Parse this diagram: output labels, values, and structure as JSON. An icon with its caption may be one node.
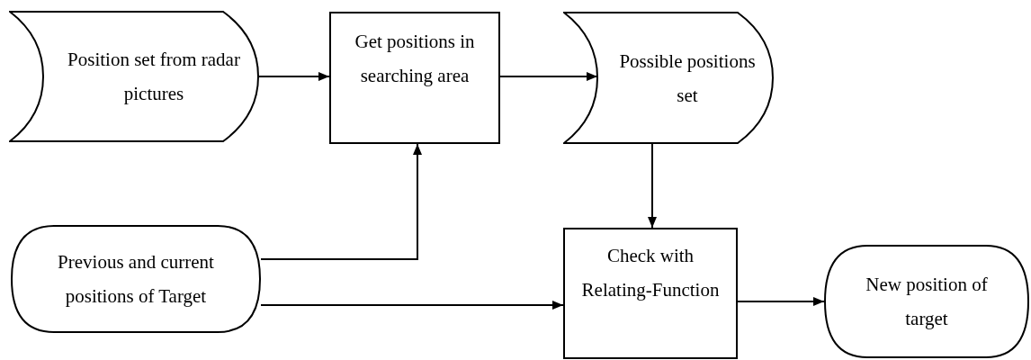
{
  "diagram": {
    "nodes": [
      {
        "text": [
          "Position set from radar pictures"
        ]
      },
      {
        "text": [
          "Get positions in searching area"
        ]
      },
      {
        "text": [
          "Possible positions set"
        ]
      },
      {
        "text": [
          "Previous and current positions of Target"
        ]
      },
      {
        "text": [
          "Check with Relating-Function"
        ]
      },
      {
        "text": [
          "New position of target"
        ]
      }
    ],
    "edges": [
      {
        "from": 0,
        "to": 1,
        "arrow": "to"
      },
      {
        "from": 1,
        "to": 2,
        "arrow": "to"
      },
      {
        "from": 2,
        "to": 4,
        "arrow": "to"
      },
      {
        "from": 3,
        "to": 1,
        "arrow": "to"
      },
      {
        "from": 3,
        "to": 4,
        "arrow": "to"
      },
      {
        "from": 4,
        "to": 5,
        "arrow": "to"
      }
    ]
  }
}
